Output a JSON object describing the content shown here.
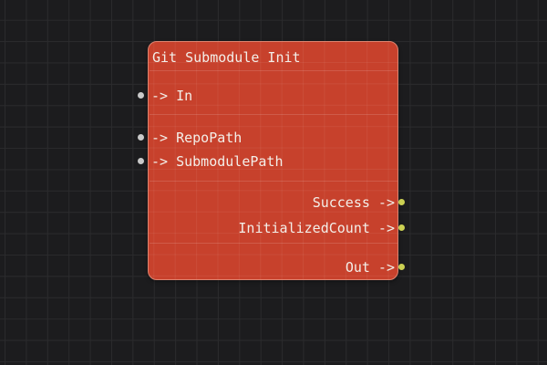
{
  "canvas": {
    "background_color": "#1c1c1e",
    "grid_line_color": "#2b2b2d"
  },
  "node": {
    "title": "Git Submodule Init",
    "arrow_glyph": "->",
    "inputs": [
      {
        "label": "In"
      },
      {
        "label": "RepoPath"
      },
      {
        "label": "SubmodulePath"
      }
    ],
    "outputs": [
      {
        "label": "Success"
      },
      {
        "label": "InitializedCount"
      },
      {
        "label": "Out"
      }
    ],
    "colors": {
      "body": "#c7412c",
      "border": "#dd8470",
      "divider": "rgba(255,255,255,0.14)",
      "text": "#f3efe9",
      "input_port_dot": "#c9c9c9",
      "output_port_dot": "#cbd052"
    }
  }
}
